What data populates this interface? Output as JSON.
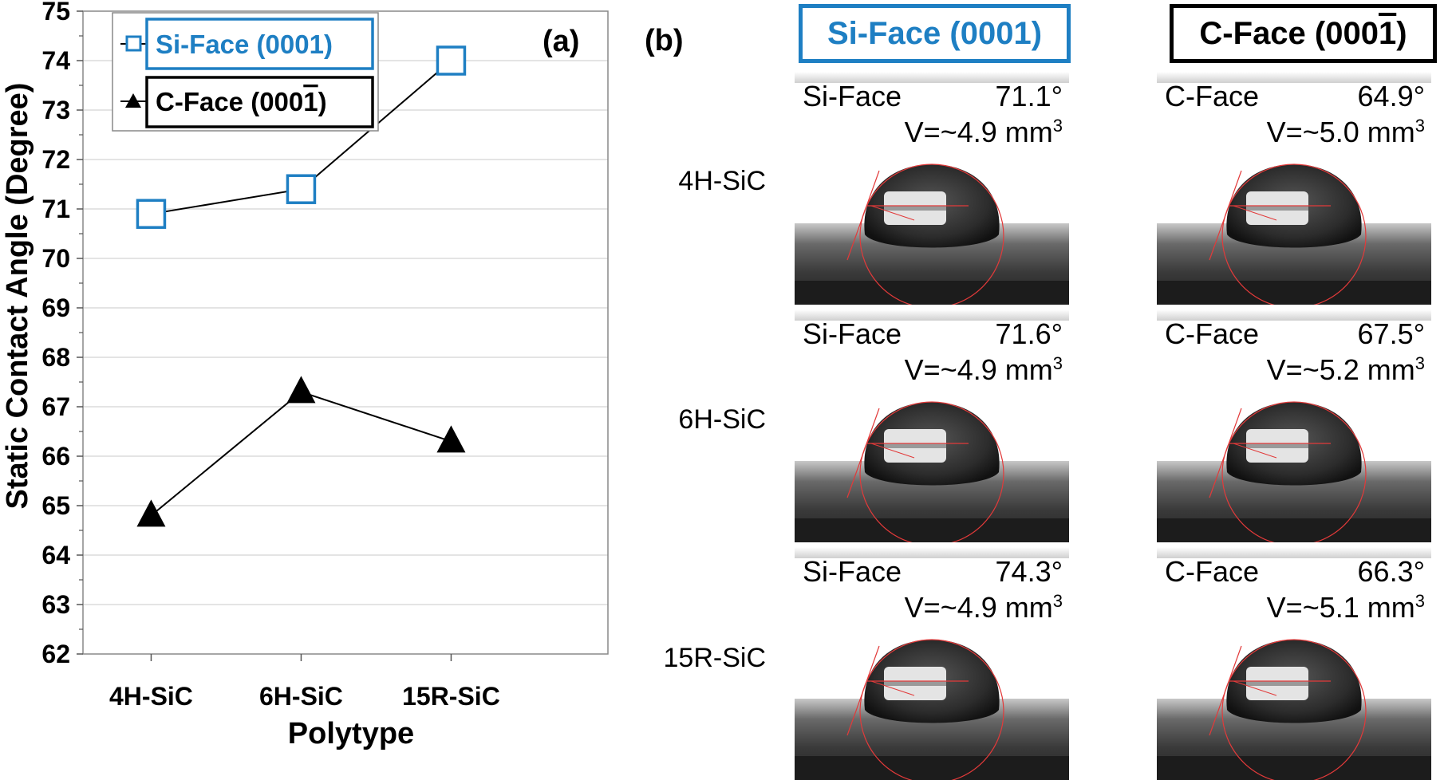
{
  "panel_labels": {
    "a": "(a)",
    "b": "(b)"
  },
  "chart_data": {
    "type": "scatter",
    "xlabel": "Polytype",
    "ylabel": "Static Contact Angle (Degree)",
    "categories": [
      "4H-SiC",
      "6H-SiC",
      "15R-SiC"
    ],
    "ylim": [
      62,
      75
    ],
    "yticks": [
      62,
      63,
      64,
      65,
      66,
      67,
      68,
      69,
      70,
      71,
      72,
      73,
      74,
      75
    ],
    "grid": true,
    "legend_position": "top-left",
    "series": [
      {
        "name": "Si-Face (0001)",
        "legend_main": "Si-Face (0001)",
        "legend_bar": "",
        "legend_end": "",
        "marker": "open-square",
        "color": "#1e7fc3",
        "values": [
          70.9,
          71.4,
          74.0
        ]
      },
      {
        "name": "C-Face (0001̄)",
        "legend_main": "C-Face (000",
        "legend_bar": "1",
        "legend_end": ")",
        "marker": "filled-triangle",
        "color": "#000000",
        "values": [
          64.8,
          67.3,
          66.3
        ]
      }
    ]
  },
  "panel_b": {
    "columns": {
      "si": {
        "main": "Si-Face (0001)",
        "bar": "",
        "end": ""
      },
      "c": {
        "main": "C-Face (000",
        "bar": "1",
        "end": ")"
      }
    },
    "rows": [
      {
        "label": "4H-SiC",
        "si": {
          "face": "Si-Face",
          "angle": "71.1°",
          "volume": "V=~4.9 mm",
          "unit_sup": "3"
        },
        "c": {
          "face": "C-Face",
          "angle": "64.9°",
          "volume": "V=~5.0 mm",
          "unit_sup": "3"
        }
      },
      {
        "label": "6H-SiC",
        "si": {
          "face": "Si-Face",
          "angle": "71.6°",
          "volume": "V=~4.9 mm",
          "unit_sup": "3"
        },
        "c": {
          "face": "C-Face",
          "angle": "67.5°",
          "volume": "V=~5.2 mm",
          "unit_sup": "3"
        }
      },
      {
        "label": "15R-SiC",
        "si": {
          "face": "Si-Face",
          "angle": "74.3°",
          "volume": "V=~4.9 mm",
          "unit_sup": "3"
        },
        "c": {
          "face": "C-Face",
          "angle": "66.3°",
          "volume": "V=~5.1 mm",
          "unit_sup": "3"
        }
      }
    ]
  }
}
